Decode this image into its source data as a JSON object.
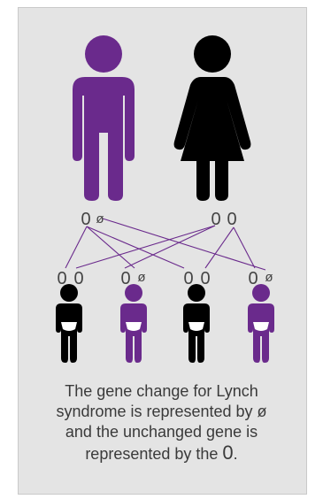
{
  "colors": {
    "affected": "#6a2a8c",
    "unaffected": "#000000",
    "panel": "#e4e4e4",
    "line": "#6a2a8c"
  },
  "parents": {
    "father": {
      "icon": "man-icon",
      "color_key": "affected",
      "alleles": [
        "0",
        "ø"
      ]
    },
    "mother": {
      "icon": "woman-icon",
      "color_key": "unaffected",
      "alleles": [
        "0",
        "0"
      ]
    }
  },
  "children": [
    {
      "icon": "baby-icon",
      "color_key": "unaffected",
      "alleles": [
        "0",
        "0"
      ]
    },
    {
      "icon": "baby-icon",
      "color_key": "affected",
      "alleles": [
        "0",
        "ø"
      ]
    },
    {
      "icon": "baby-icon",
      "color_key": "unaffected",
      "alleles": [
        "0",
        "0"
      ]
    },
    {
      "icon": "baby-icon",
      "color_key": "affected",
      "alleles": [
        "0",
        "ø"
      ]
    }
  ],
  "caption": {
    "line1": "The gene change for Lynch",
    "line2": "syndrome is represented by ø",
    "line3": "and the unchanged gene is",
    "line4_prefix": "represented by the ",
    "line4_zero": "0",
    "line4_suffix": "."
  }
}
